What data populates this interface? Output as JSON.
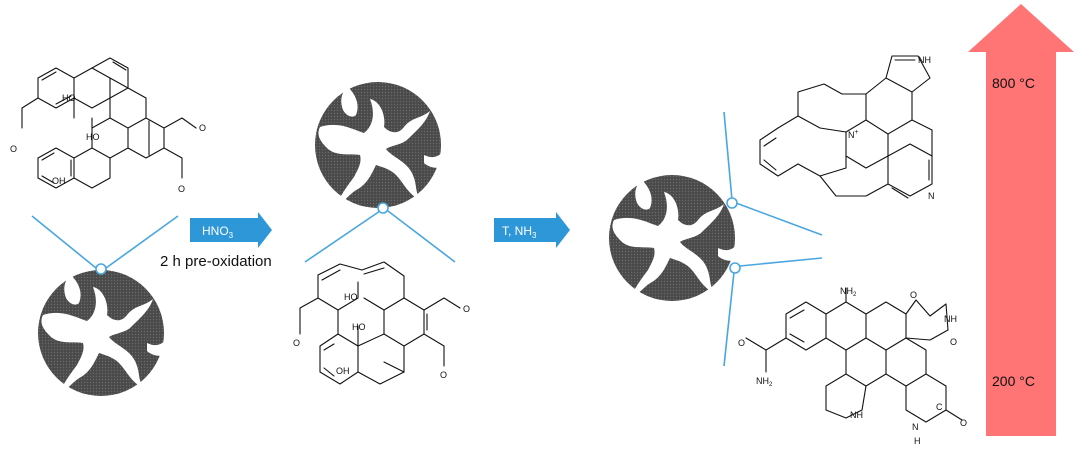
{
  "process": {
    "step1_reagent": "HNO",
    "step1_reagent_sub": "3",
    "step1_condition": "2 h pre-oxidation",
    "step2_reagent_main": "T, NH",
    "step2_reagent_sub": "3"
  },
  "temperature_scale": {
    "high": "800 °C",
    "low": "200 °C"
  },
  "structure_labels": {
    "ho": "HO",
    "oh": "OH",
    "o": "O",
    "nh": "NH",
    "n": "N",
    "n_plus": "N",
    "plus": "+",
    "nh2": "NH",
    "nh2_sub": "2",
    "h": "H",
    "c": "C"
  },
  "colors": {
    "arrow_blue": "#2e97d8",
    "connector": "#49a6de",
    "particle": "#4b4b4b",
    "temp_arrow": "#ff7575"
  }
}
